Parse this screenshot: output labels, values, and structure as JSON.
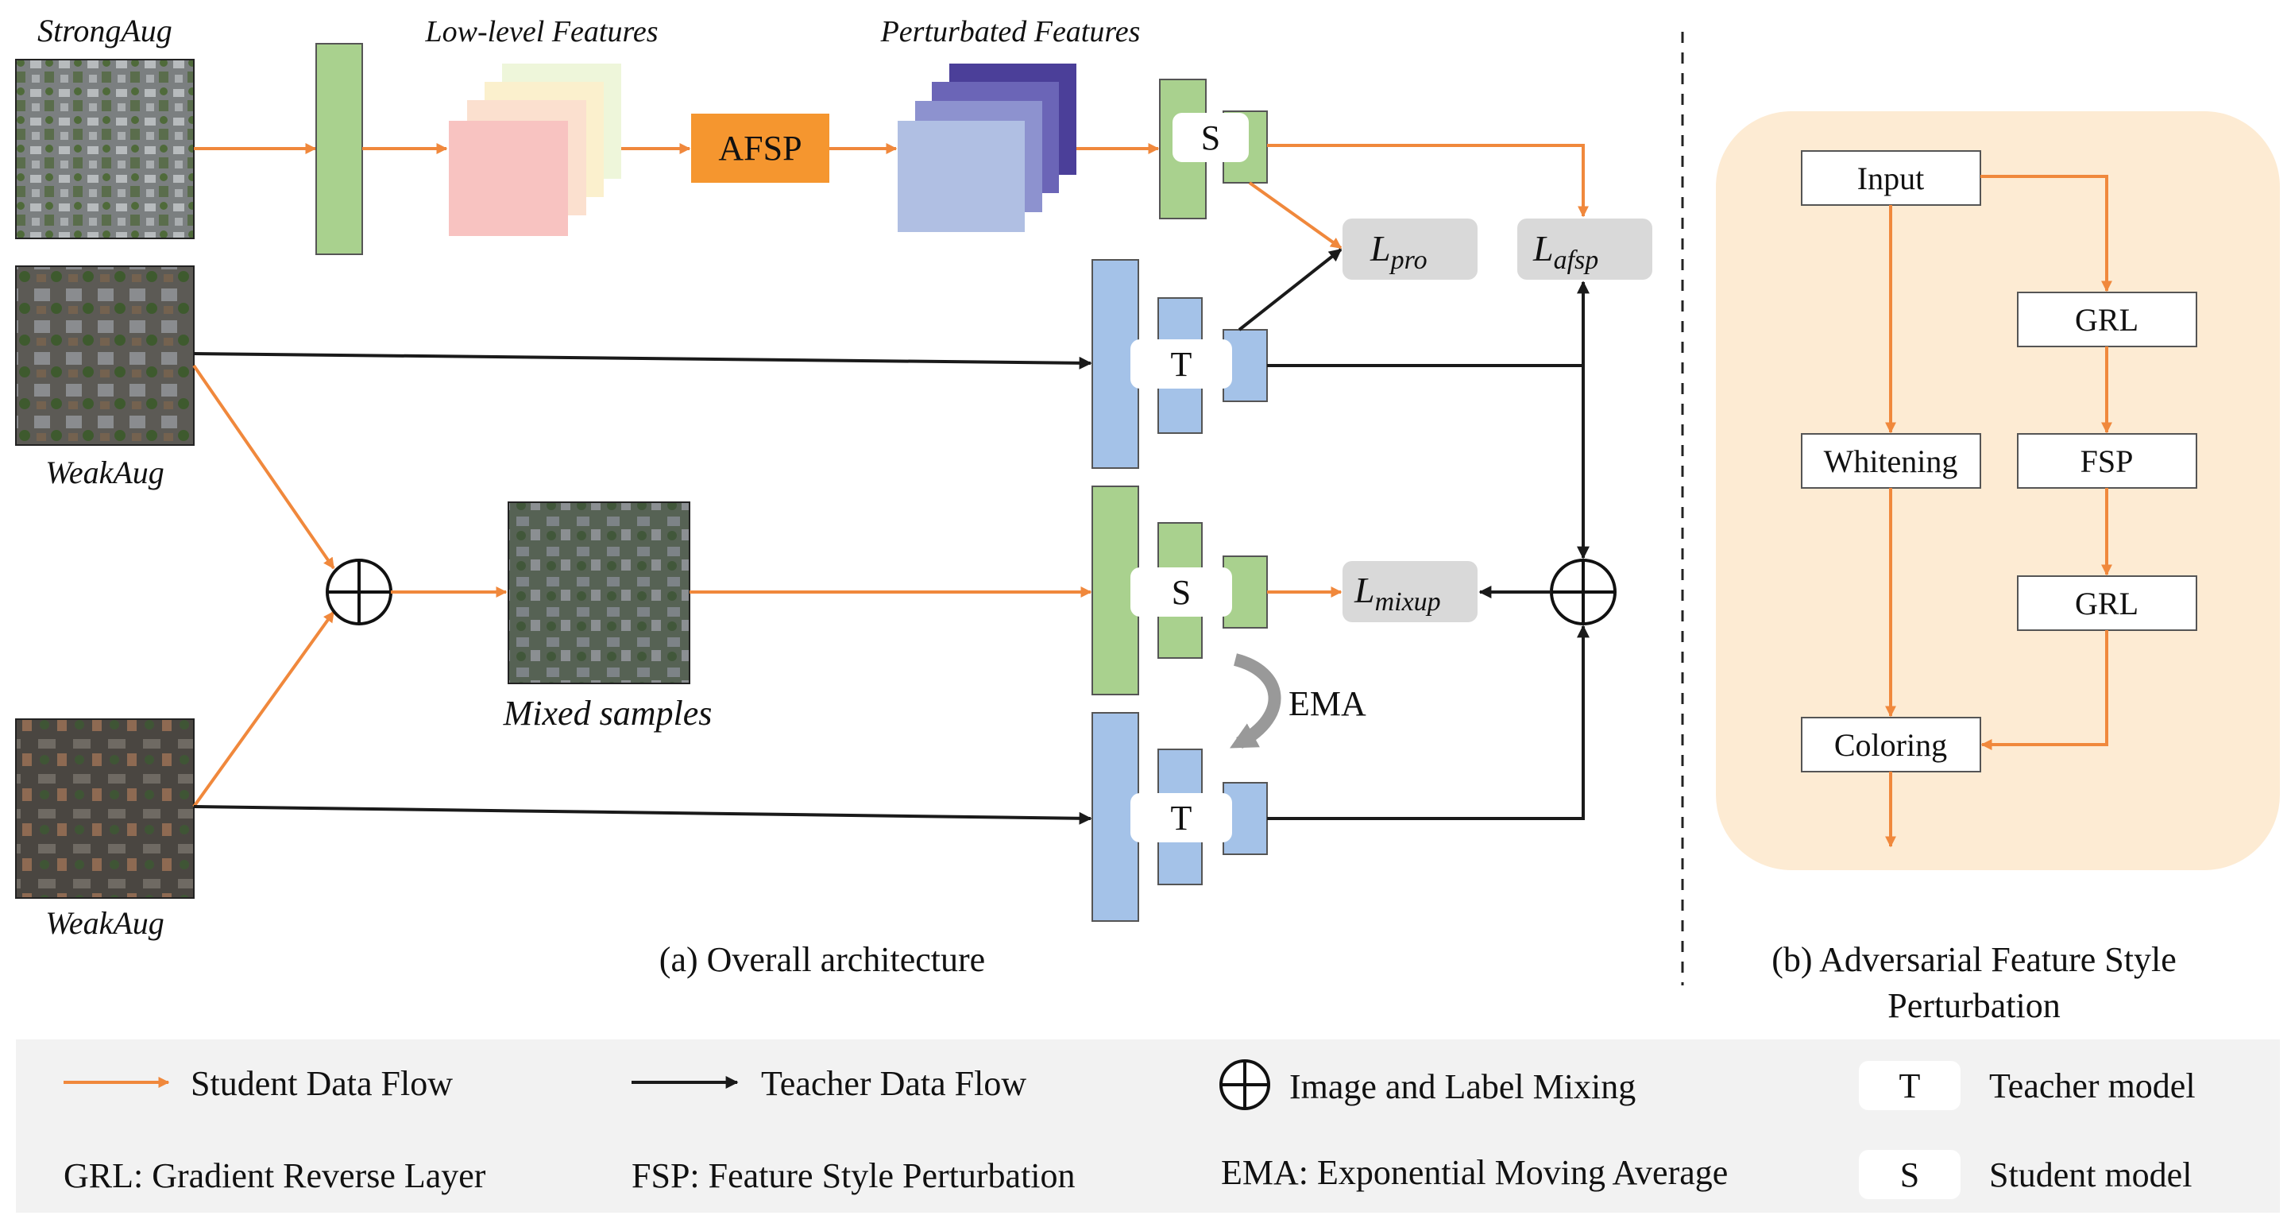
{
  "overall": {
    "caption": "(a) Overall architecture",
    "strong_aug_label": "StrongAug",
    "weak_aug_label_1": "WeakAug",
    "weak_aug_label_2": "WeakAug",
    "low_level_label": "Low-level Features",
    "perturbated_label": "Perturbated Features",
    "afsp_label": "AFSP",
    "mixed_label": "Mixed samples",
    "student_tag": "S",
    "teacher_tag": "T",
    "ema_label": "EMA",
    "loss_pro": {
      "base": "L",
      "sub": "pro"
    },
    "loss_afsp": {
      "base": "L",
      "sub": "afsp"
    },
    "loss_mixup": {
      "base": "L",
      "sub": "mixup"
    }
  },
  "afsp_panel": {
    "caption_line1": "(b) Adversarial Feature Style",
    "caption_line2": "Perturbation",
    "input": "Input",
    "grl_1": "GRL",
    "whitening": "Whitening",
    "fsp": "FSP",
    "grl_2": "GRL",
    "coloring": "Coloring"
  },
  "legend": {
    "student_flow": "Student Data Flow",
    "teacher_flow": "Teacher Data Flow",
    "mixing": "Image and Label Mixing",
    "teacher_model_tag": "T",
    "teacher_model": "Teacher model",
    "grl": "GRL: Gradient Reverse Layer",
    "fsp": "FSP: Feature Style Perturbation",
    "ema": "EMA: Exponential Moving Average",
    "student_model_tag": "S",
    "student_model": "Student model"
  },
  "colors": {
    "student_arrow": "#f0883c",
    "teacher_arrow": "#1a1a1a",
    "student_green": "#a9d18e",
    "teacher_blue": "#a4c2e8",
    "afsp_orange": "#f5962f",
    "loss_gray": "#d9d9d9",
    "panel_peach": "#fdebd3",
    "legend_gray": "#f2f2f2"
  }
}
